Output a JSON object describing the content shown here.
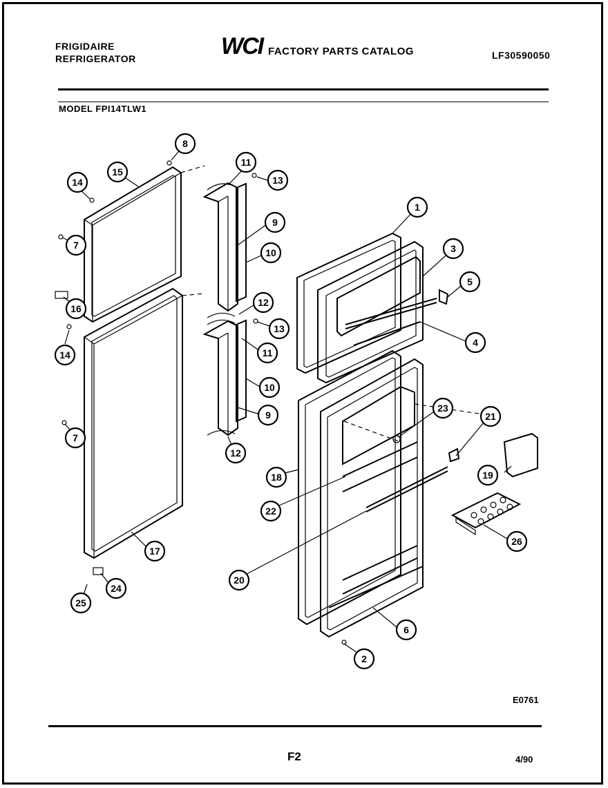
{
  "header": {
    "brand_line1": "FRIGIDAIRE",
    "brand_line2": "REFRIGERATOR",
    "logo": "WCI",
    "catalog_title": "FACTORY PARTS CATALOG",
    "doc_number": "LF30590050",
    "model": "MODEL FPI14TLW1"
  },
  "footer": {
    "diagram_code": "E0761",
    "page": "F2",
    "date": "4/90"
  },
  "callouts": [
    "1",
    "2",
    "3",
    "4",
    "5",
    "6",
    "7",
    "7",
    "8",
    "9",
    "9",
    "10",
    "10",
    "11",
    "11",
    "12",
    "12",
    "13",
    "13",
    "14",
    "14",
    "15",
    "16",
    "17",
    "18",
    "19",
    "20",
    "21",
    "22",
    "23",
    "24",
    "25",
    "26"
  ]
}
